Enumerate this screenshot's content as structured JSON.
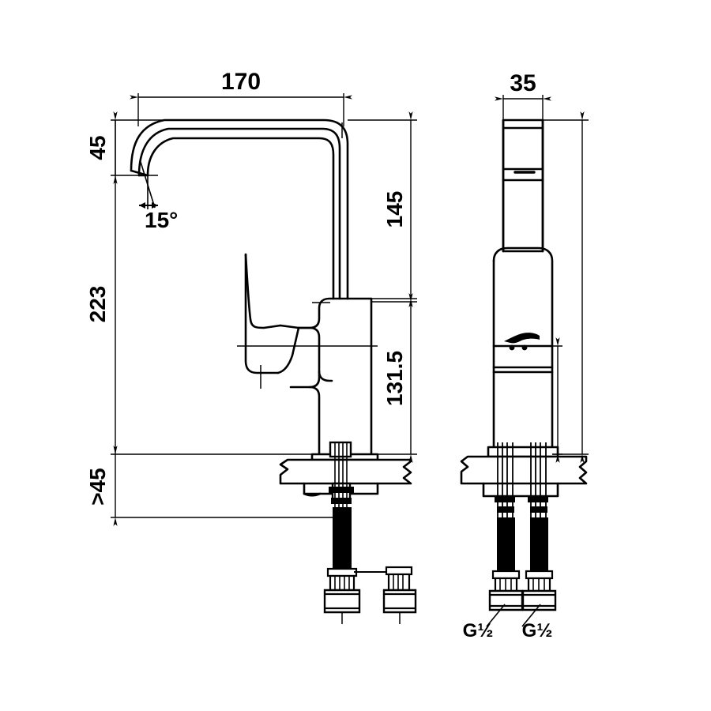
{
  "drawing": {
    "title": "Basin mixer tap technical dimension drawing",
    "units": "mm",
    "line_color": "#000000",
    "background_color": "#ffffff",
    "views": [
      {
        "id": "front-view",
        "name": "front-elevation"
      },
      {
        "id": "side-view",
        "name": "side-elevation"
      }
    ]
  },
  "dimensions": {
    "spout_reach": "170",
    "spout_tip_drop": "45",
    "outlet_angle": "15°",
    "spout_height": "145",
    "body_height": "131.5",
    "total_height": "223",
    "countertop_clearance": ">45",
    "body_width": "35"
  },
  "labels": {
    "inlet_left": "G½",
    "inlet_right": "G½"
  },
  "icons": {
    "lever_indicator": "lever-arrow-icon"
  }
}
